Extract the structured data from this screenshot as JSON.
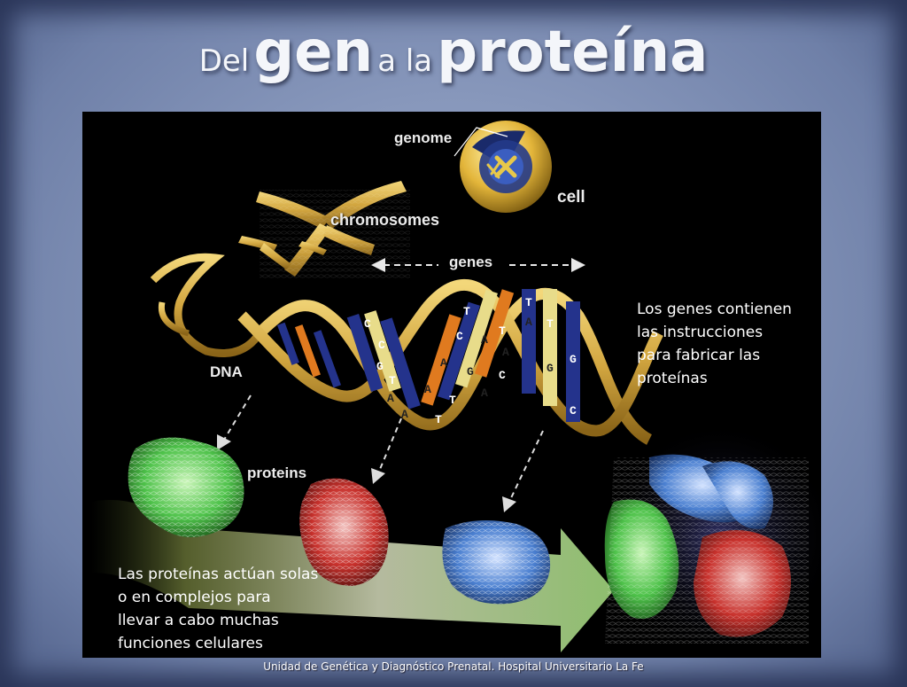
{
  "slide": {
    "title_part1": "Del",
    "title_part2": "gen",
    "title_part3": "a la",
    "title_part4": "proteína",
    "footer": "Unidad de Genética y Diagnóstico Prenatal. Hospital Universitario La Fe"
  },
  "diagram": {
    "labels": {
      "genome": "genome",
      "cell": "cell",
      "chromosomes": "chromosomes",
      "genes": "genes",
      "dna": "DNA",
      "proteins": "proteins"
    },
    "dna_bases": [
      "C",
      "C",
      "G",
      "T",
      "A",
      "A",
      "T",
      "C",
      "A",
      "A",
      "G",
      "T",
      "A",
      "T",
      "T",
      "A",
      "G",
      "C",
      "T",
      "T",
      "G",
      "A",
      "C",
      "A"
    ],
    "note_genes": "Los genes contienen\nlas instrucciones\npara fabricar las\nproteínas",
    "note_proteins": "Las proteínas actúan solas\no en complejos para\nllevar a cabo muchas\nfunciones celulares"
  },
  "colors": {
    "dna_gold": "#d9b24a",
    "base_blue": "#24338c",
    "base_yellow": "#e8dc8a",
    "base_orange": "#e07a1f",
    "protein_green": "#4ec24a",
    "protein_red": "#c8312c",
    "protein_blue": "#4a7fd0"
  }
}
